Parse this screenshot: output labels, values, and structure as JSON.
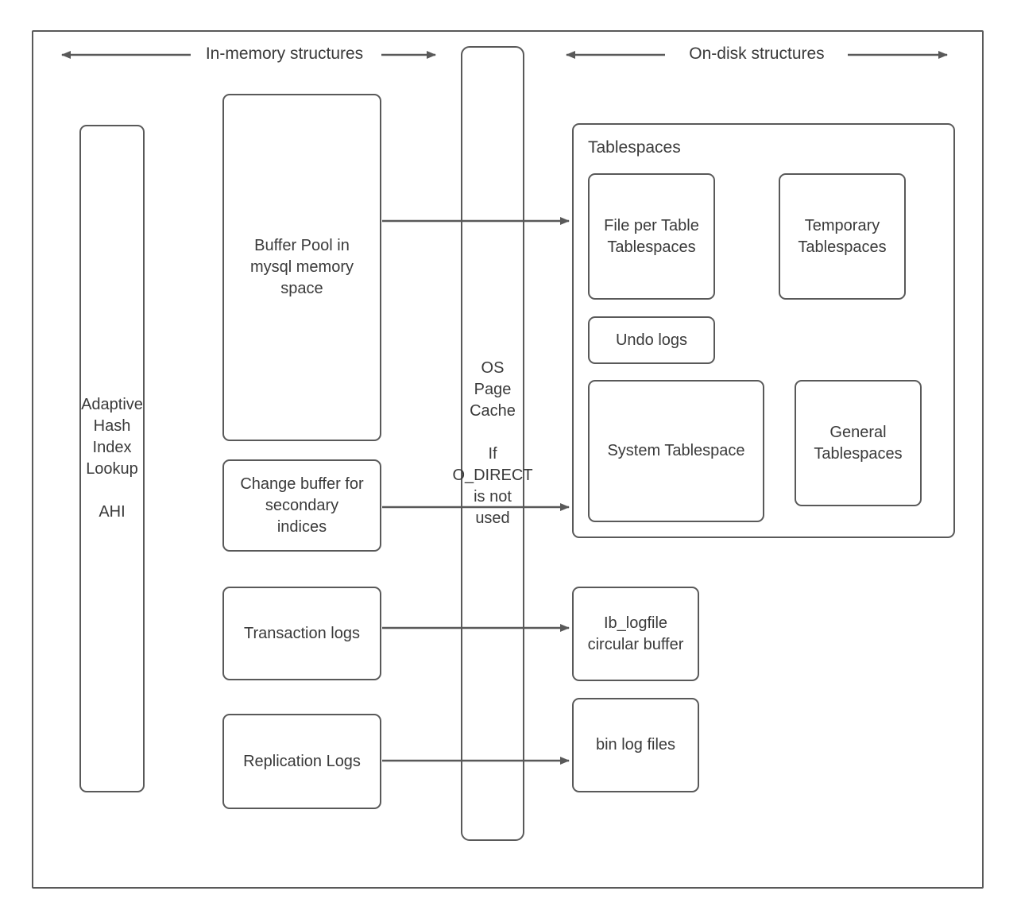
{
  "headers": {
    "in_memory": {
      "label": "In-memory structures"
    },
    "on_disk": {
      "label": "On-disk structures"
    }
  },
  "nodes": {
    "adaptive_hash": {
      "label": "Adaptive\nHash\nIndex\nLookup\n\nAHI"
    },
    "buffer_pool": {
      "label": "Buffer Pool in\nmysql memory\nspace"
    },
    "change_buffer": {
      "label": "Change buffer for\nsecondary\nindices"
    },
    "transaction_logs": {
      "label": "Transaction logs"
    },
    "replication_logs": {
      "label": "Replication Logs"
    },
    "os_page_cache": {
      "label": "OS\nPage\nCache\n\nIf\nO_DIRECT\nis not\nused"
    },
    "tablespaces_group": {
      "label": "Tablespaces"
    },
    "file_per_table": {
      "label": "File per Table\nTablespaces"
    },
    "temporary_tablespaces": {
      "label": "Temporary\nTablespaces"
    },
    "undo_logs": {
      "label": "Undo logs"
    },
    "system_tablespace": {
      "label": "System Tablespace"
    },
    "general_tablespaces": {
      "label": "General\nTablespaces"
    },
    "ib_logfile": {
      "label": "Ib_logfile\ncircular buffer"
    },
    "bin_log_files": {
      "label": "bin log files"
    }
  },
  "edges": [
    {
      "from": "buffer_pool",
      "to": "tablespaces_group"
    },
    {
      "from": "change_buffer",
      "to": "tablespaces_group"
    },
    {
      "from": "transaction_logs",
      "to": "ib_logfile"
    },
    {
      "from": "replication_logs",
      "to": "bin_log_files"
    }
  ],
  "colors": {
    "stroke": "#595959",
    "text": "#3a3a3a",
    "background": "#ffffff"
  }
}
